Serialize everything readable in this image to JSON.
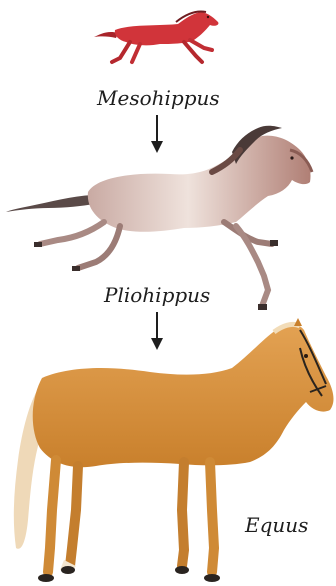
{
  "stages": [
    {
      "name": "Mesohippus",
      "color": "#d1343a"
    },
    {
      "name": "Pliohippus",
      "color": "#e2cfc8"
    },
    {
      "name": "Equus",
      "color": "#d9923e"
    }
  ]
}
